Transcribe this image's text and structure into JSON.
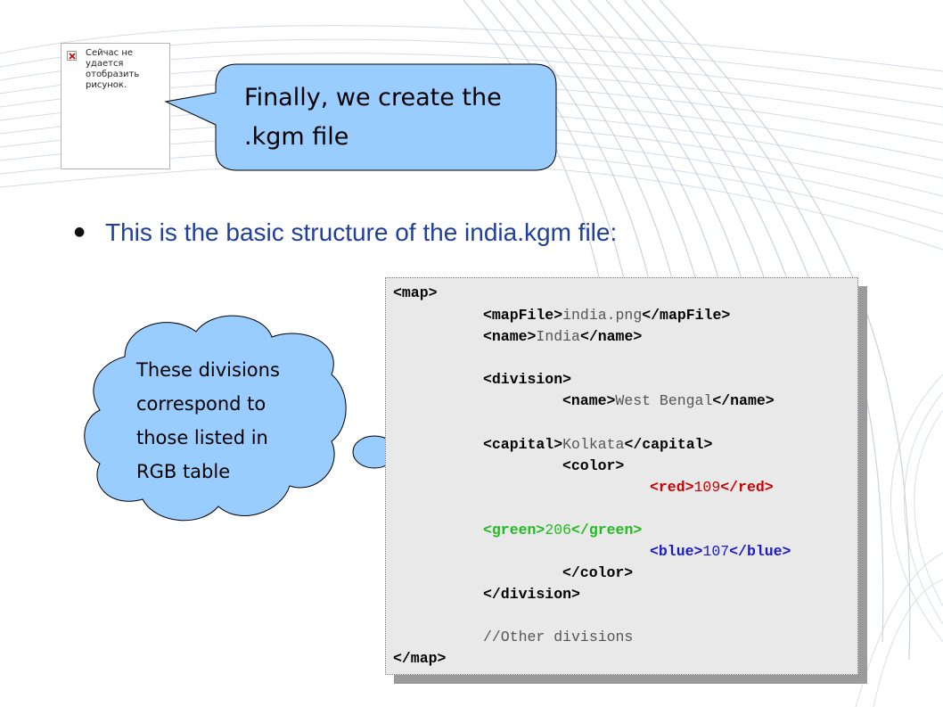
{
  "broken_image": {
    "alt_text": "Сейчас не\nудается\nотобразить\nрисунок."
  },
  "callout": {
    "line1": "Finally, we create the",
    "line2": ".kgm file"
  },
  "slide": {
    "bullet": "●",
    "heading": "This is the basic structure of the india.kgm file:"
  },
  "thought": {
    "lines": [
      "These divisions",
      "correspond to",
      "those listed in",
      "RGB table"
    ]
  },
  "code": {
    "map_open": "<map>",
    "mapfile_open": "<mapFile>",
    "mapfile_value": "india.png",
    "mapfile_close": "</mapFile>",
    "name_open": "<name>",
    "name_value": "India",
    "name_close": "</name>",
    "division_open": "<division>",
    "div_name_open": "<name>",
    "div_name_value": "West Bengal",
    "div_name_close": "</name>",
    "capital_open": "<capital>",
    "capital_value": "Kolkata",
    "capital_close": "</capital>",
    "color_open": "<color>",
    "red_open": "<red>",
    "red_value": "109",
    "red_close": "</red>",
    "green_open": "<green>",
    "green_value": "206",
    "green_close": "</green>",
    "blue_open": "<blue>",
    "blue_value": "107",
    "blue_close": "</blue>",
    "color_close": "</color>",
    "division_close": "</division>",
    "comment": "//Other divisions",
    "map_close": "</map>"
  },
  "colors": {
    "heading": "#1f3f9c",
    "bubble_fill": "#99ccff",
    "red_tag": "#cc0000",
    "green_tag": "#22bb22",
    "blue_tag": "#1a1acc"
  }
}
